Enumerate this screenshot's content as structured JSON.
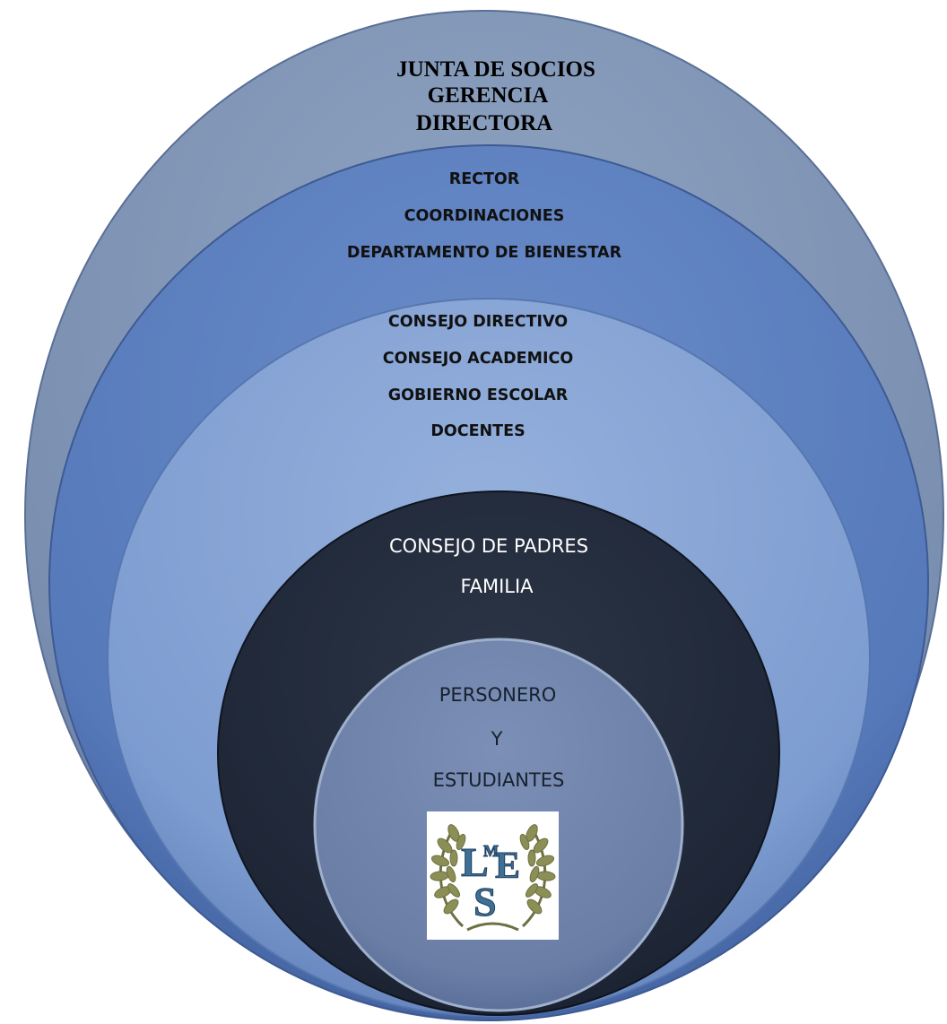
{
  "diagram": {
    "rings": [
      {
        "id": "ring-1",
        "lines": [
          "JUNTA DE SOCIOS",
          "GERENCIA",
          "DIRECTORA"
        ],
        "color": "#7f93b3"
      },
      {
        "id": "ring-2",
        "lines": [
          "RECTOR",
          "COORDINACIONES",
          "DEPARTAMENTO DE BIENESTAR"
        ],
        "color": "#5b7fbd"
      },
      {
        "id": "ring-3",
        "lines": [
          "CONSEJO DIRECTIVO",
          "CONSEJO ACADEMICO",
          "GOBIERNO ESCOLAR",
          "DOCENTES"
        ],
        "color": "#7f9fd2"
      },
      {
        "id": "ring-4",
        "lines": [
          "CONSEJO DE PADRES",
          "FAMILIA"
        ],
        "color": "#1f2838"
      },
      {
        "id": "ring-5",
        "lines": [
          "PERSONERO",
          "Y",
          "ESTUDIANTES"
        ],
        "color": "#6b7fa8"
      }
    ],
    "logo": {
      "letters": [
        "L",
        "M",
        "E",
        "S"
      ],
      "colors": {
        "letters": "#3e6f95",
        "laurel": "#8c8f55"
      }
    }
  }
}
